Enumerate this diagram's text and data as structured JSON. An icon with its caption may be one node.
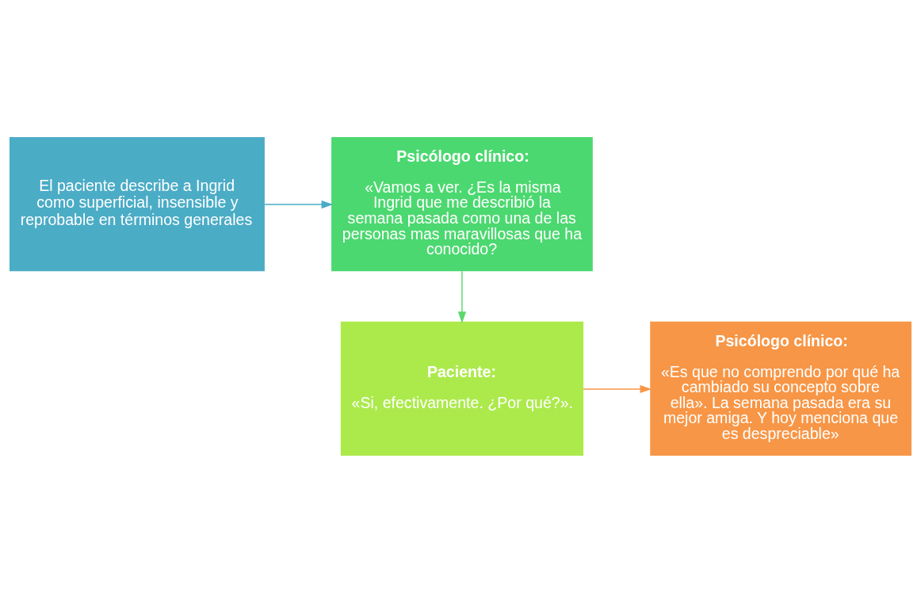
{
  "diagram": {
    "nodes": [
      {
        "text": [
          "El paciente describe a Ingrid como superficial, insensible y reprobable en términos generales"
        ]
      },
      {
        "text": [
          "Psicólogo clínico:",
          "«Vamos a ver. ¿Es la misma Ingrid que me describió la semana pasada como una de las personas mas maravillosas que ha conocido?"
        ]
      },
      {
        "text": [
          "Paciente:",
          "«Si, efectivamente. ¿Por qué?»."
        ]
      },
      {
        "text": [
          "Psicólogo clínico:",
          "«Es que no comprendo por qué ha cambiado su concepto sobre ella». La semana pasada era su mejor amiga. Y hoy menciona que es despreciable»"
        ]
      }
    ],
    "edges": [
      {
        "from": 0,
        "to": 1,
        "arrow": "to",
        "color": "#4bacc6"
      },
      {
        "from": 1,
        "to": 2,
        "arrow": "to",
        "color": "#5ad86e"
      },
      {
        "from": 2,
        "to": 3,
        "arrow": "to",
        "color": "#f79646"
      }
    ]
  }
}
